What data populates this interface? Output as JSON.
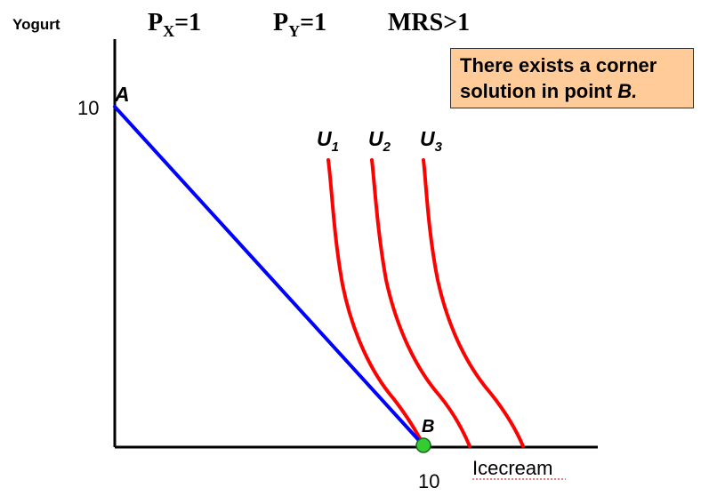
{
  "axes": {
    "y_label": "Yogurt",
    "x_label": "Icecream",
    "y_intercept_tick": "10",
    "x_intercept_tick": "10"
  },
  "header": {
    "px_main": "P",
    "px_sub": "X",
    "px_value": "=1",
    "py_main": "P",
    "py_sub": "Y",
    "py_value": "=1",
    "mrs": "MRS>1"
  },
  "points": {
    "a_label": "A",
    "b_label": "B"
  },
  "curves": {
    "u1_main": "U",
    "u1_sub": "1",
    "u2_main": "U",
    "u2_sub": "2",
    "u3_main": "U",
    "u3_sub": "3"
  },
  "callout": {
    "line1": "There exists a corner",
    "line2_prefix": "solution in point ",
    "line2_point": "B."
  },
  "colors": {
    "budget_line": "#0000ff",
    "indifference_curves": "#ff0000",
    "corner_point": "#33cc33",
    "callout_fill": "#ffcc99",
    "axes": "#000000"
  },
  "chart_data": {
    "type": "line",
    "xlabel": "Icecream",
    "ylabel": "Yogurt",
    "series": [
      {
        "name": "",
        "x": [
          0,
          10
        ],
        "y": [
          10,
          0
        ]
      }
    ]
  }
}
